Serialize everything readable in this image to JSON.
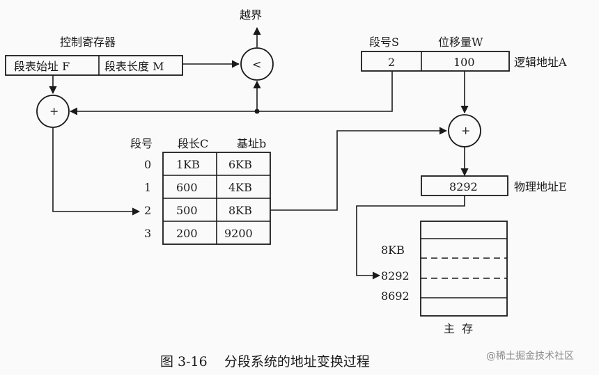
{
  "over_limit": "越界",
  "control_register": {
    "title": "控制寄存器",
    "f_label": "段表始址 F",
    "m_label": "段表长度 M"
  },
  "compare_op": "<",
  "add_op": "+",
  "logical": {
    "s_header": "段号S",
    "w_header": "位移量W",
    "s_value": "2",
    "w_value": "100",
    "label": "逻辑地址A"
  },
  "segment_table": {
    "headers": [
      "段号",
      "段长C",
      "基址b"
    ],
    "rows": [
      {
        "no": "0",
        "len": "1KB",
        "base": "6KB"
      },
      {
        "no": "1",
        "len": "600",
        "base": "4KB"
      },
      {
        "no": "2",
        "len": "500",
        "base": "8KB"
      },
      {
        "no": "3",
        "len": "200",
        "base": "9200"
      }
    ]
  },
  "physical": {
    "value": "8292",
    "label": "物理地址E"
  },
  "memory": {
    "marks": [
      "8KB",
      "8292",
      "8692"
    ],
    "label": "主  存"
  },
  "caption": "图 3-16    分段系统的地址变换过程",
  "watermark": "@稀土掘金技术社区"
}
